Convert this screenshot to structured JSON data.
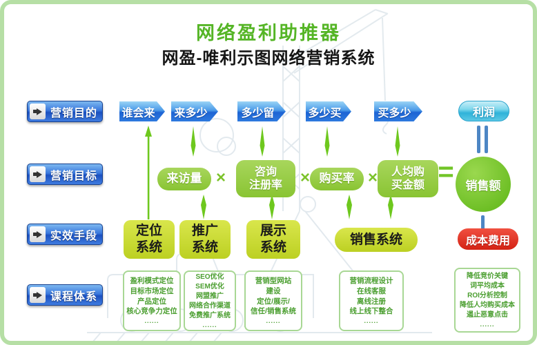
{
  "header": {
    "title": "网络盈利助推器",
    "subtitle": "网盈-唯利示图网络营销系统"
  },
  "colors": {
    "frame_green": "#b6dfa5",
    "title_green": "#55b526",
    "label_blue": "#1b50c0",
    "stage_blue": "#1d64d4",
    "profit_cyan": "#2fb3d9",
    "metric_green": "#89c433",
    "system_yellow_green": "#c9da33",
    "cost_red": "#d42315",
    "arrow_green": "#6ec81e",
    "connector_blue": "#4d86c4",
    "course_text_green": "#4a9e2f"
  },
  "rows": {
    "purpose": {
      "label": "营销目的",
      "stages": [
        "谁会来",
        "来多少",
        "多少留",
        "多少买",
        "买多少"
      ],
      "outcome": "利润"
    },
    "target": {
      "label": "营销目标",
      "metric1": "来访量",
      "op1": "×",
      "metric2_line1": "咨询",
      "metric2_line2": "注册率",
      "op2": "×",
      "metric3": "购买率",
      "op3": "×",
      "metric4_line1": "人均购",
      "metric4_line2": "买金额",
      "op4": "=",
      "result": "销售额"
    },
    "means": {
      "label": "实效手段",
      "sys1_line1": "定位",
      "sys1_line2": "系统",
      "sys2_line1": "推广",
      "sys2_line2": "系统",
      "sys3_line1": "展示",
      "sys3_line2": "系统",
      "sys4": "销售系统",
      "cost": "成本费用"
    },
    "courses": {
      "label": "课程体系",
      "box1": [
        "盈利模式定位",
        "目标市场定位",
        "产品定位",
        "核心竞争力定位",
        "......"
      ],
      "box2": [
        "SEO优化",
        "SEM优化",
        "网盟推广",
        "网络合作渠道",
        "免费推广系统",
        "......"
      ],
      "box3": [
        "营销型网站",
        "建设",
        "定位/展示/",
        "信任/销售系统",
        "......"
      ],
      "box4": [
        "营销流程设计",
        "在线客服",
        "离线注册",
        "线上线下整合",
        "......"
      ],
      "box5": [
        "降低竞价关键",
        "词平均成本",
        "ROI分析控制",
        "降低人均购买成本",
        "遏止恶意点击",
        "......"
      ]
    }
  }
}
